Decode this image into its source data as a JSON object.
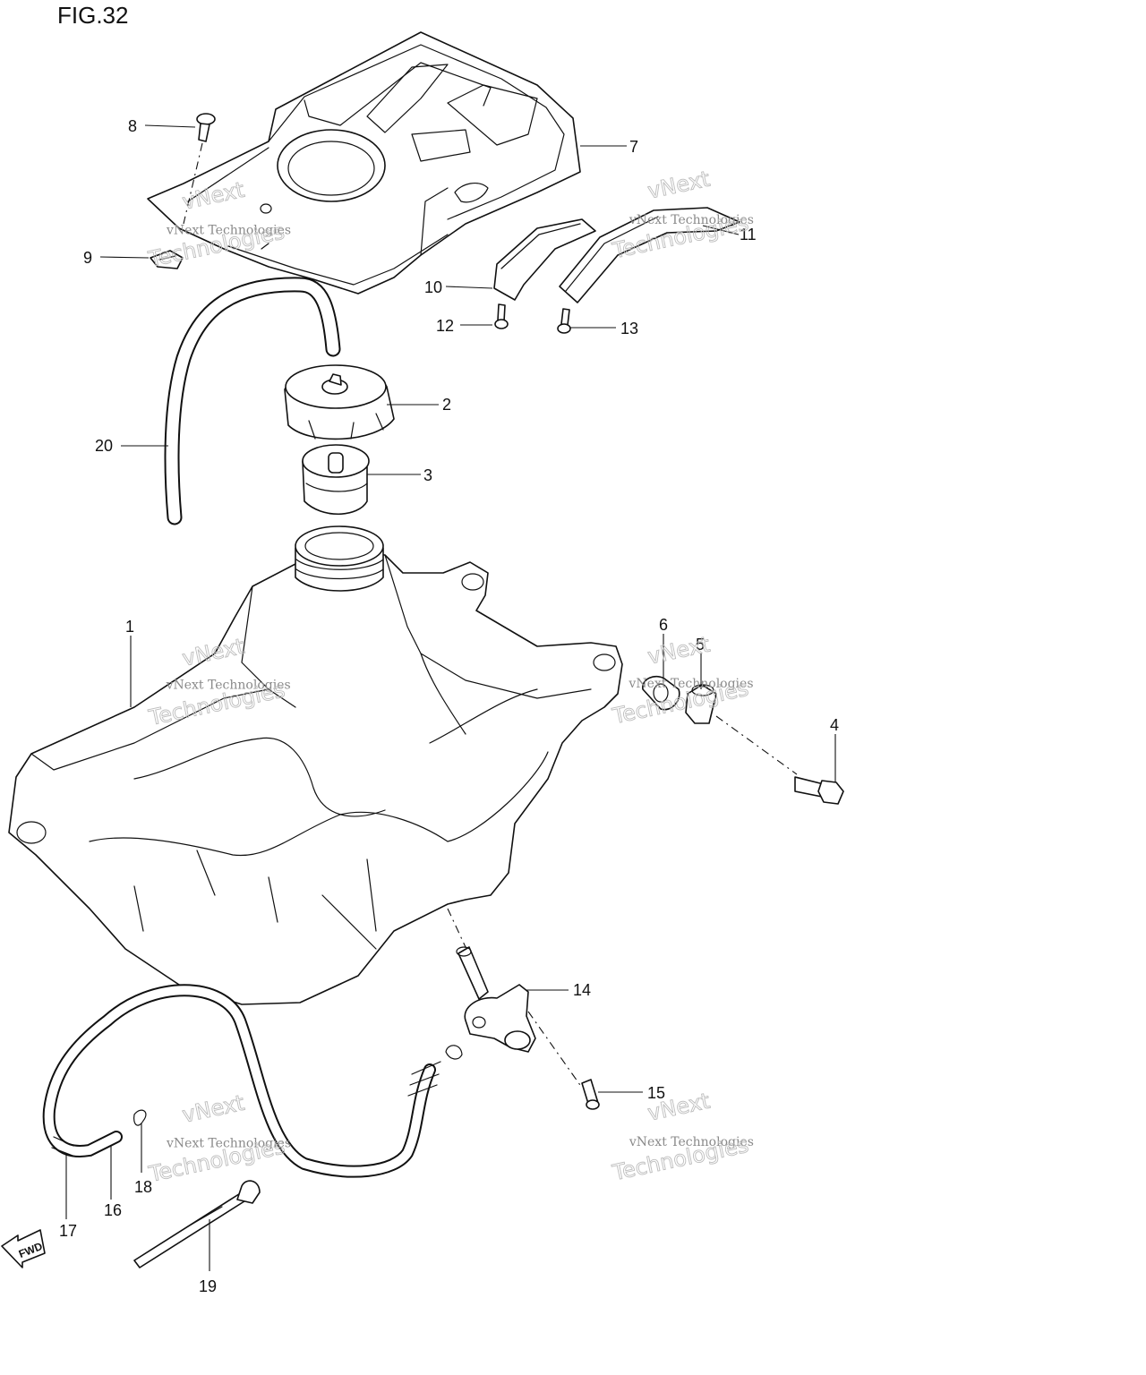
{
  "figure": {
    "title": "FIG.32"
  },
  "watermark": {
    "line1": "vNext",
    "line2": "vNext Technologies",
    "line3": "Technologies"
  },
  "fwd_label": "FWD",
  "part_labels": [
    "1",
    "2",
    "3",
    "4",
    "5",
    "6",
    "7",
    "8",
    "9",
    "10",
    "11",
    "12",
    "13",
    "14",
    "15",
    "16",
    "17",
    "18",
    "19",
    "20"
  ]
}
